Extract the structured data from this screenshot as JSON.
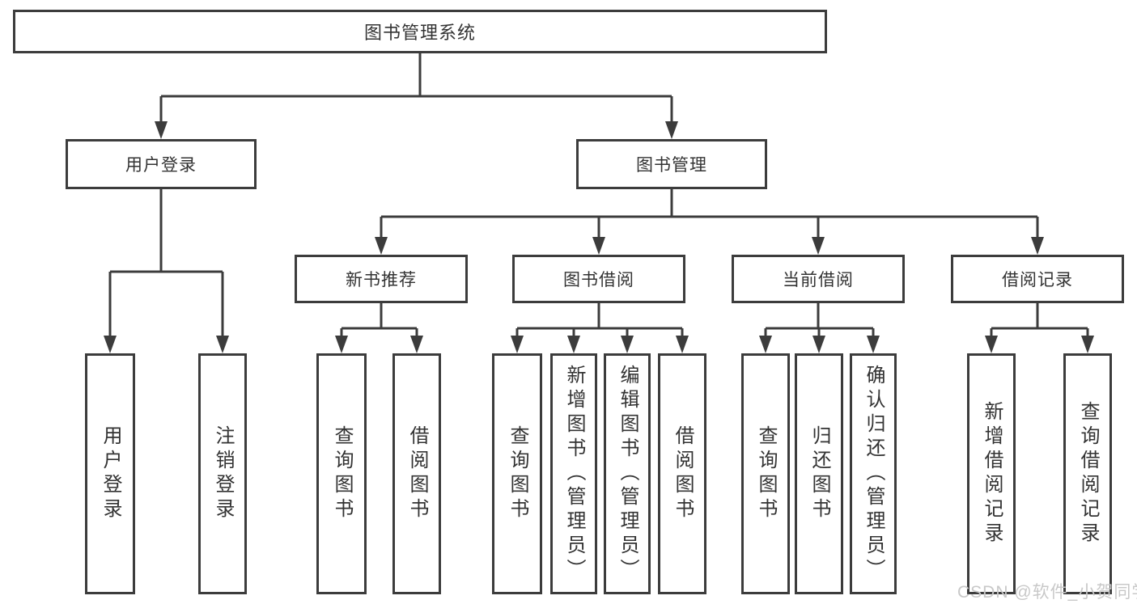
{
  "diagram": {
    "root": "图书管理系统",
    "branches": [
      {
        "label": "用户登录",
        "leaves": [
          "用户登录",
          "注销登录"
        ]
      },
      {
        "label": "图书管理",
        "groups": [
          {
            "label": "新书推荐",
            "leaves": [
              "查询图书",
              "借阅图书"
            ]
          },
          {
            "label": "图书借阅",
            "leaves": [
              "查询图书",
              "新增图书（管理员）",
              "编辑图书（管理员）",
              "借阅图书"
            ]
          },
          {
            "label": "当前借阅",
            "leaves": [
              "查询图书",
              "归还图书",
              "确认归还（管理员）"
            ]
          },
          {
            "label": "借阅记录",
            "leaves": [
              "新增借阅记录",
              "查询借阅记录"
            ]
          }
        ]
      }
    ],
    "watermark": "CSDN @软件_小贺同学",
    "colors": {
      "line": "#3c3c3c",
      "text": "#333333",
      "watermark": "#c8c8c8",
      "background": "#ffffff"
    }
  }
}
